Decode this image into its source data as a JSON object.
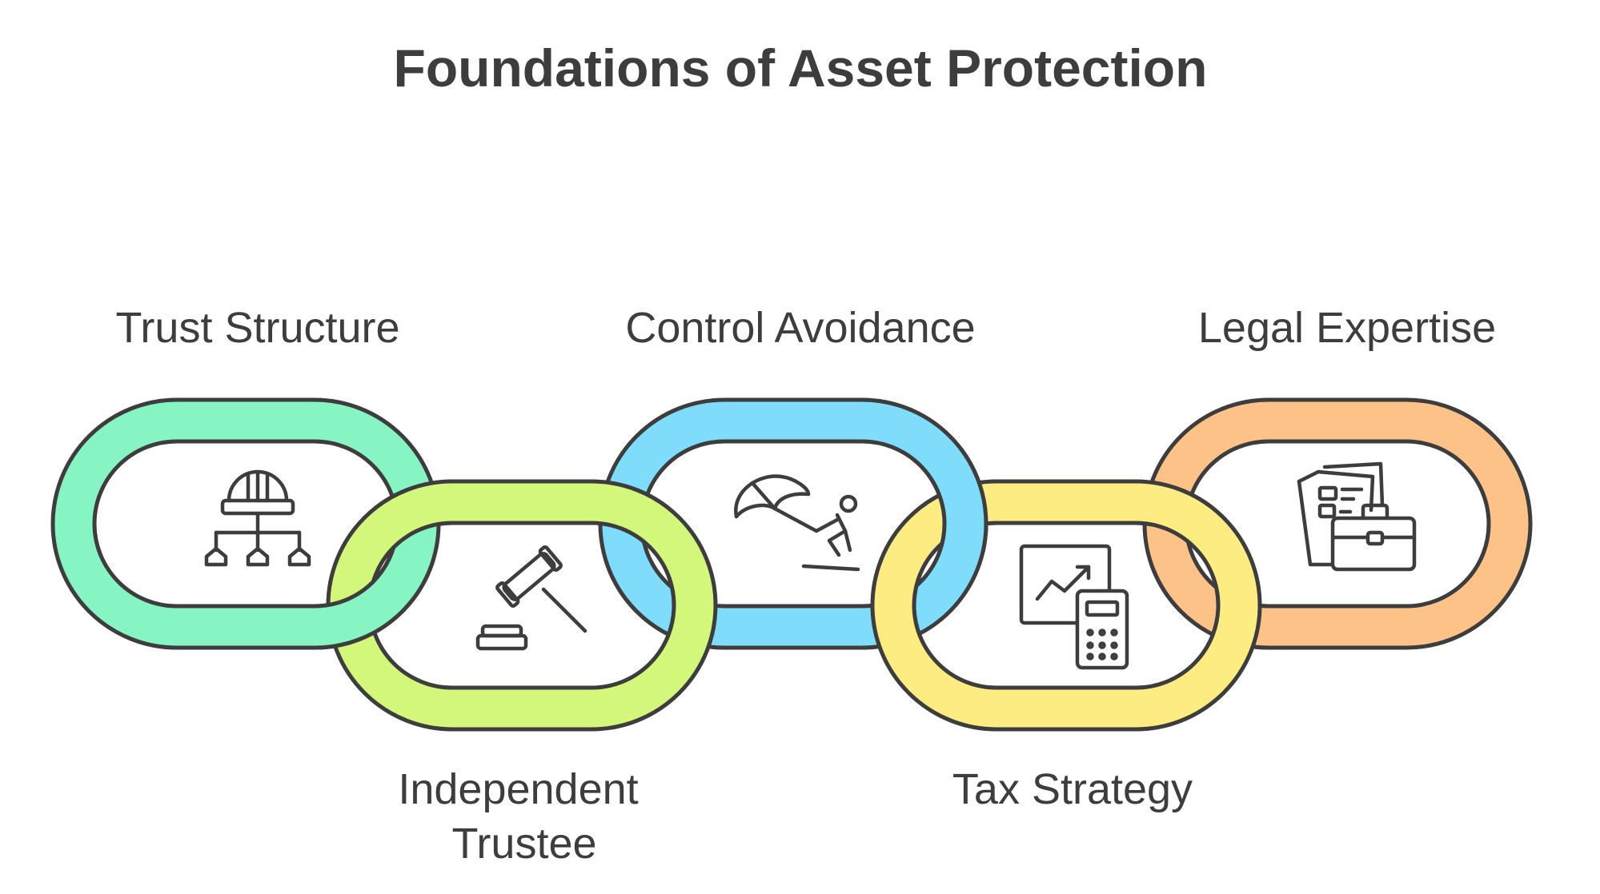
{
  "title": "Foundations of Asset Protection",
  "links": [
    {
      "label": "Trust Structure",
      "color": "#86f5c3",
      "icon": "organization-hierarchy-icon"
    },
    {
      "label": "Independent Trustee",
      "label_lines": [
        "Independent",
        "Trustee"
      ],
      "color": "#d2f77a",
      "icon": "gavel-icon"
    },
    {
      "label": "Control Avoidance",
      "color": "#7fdcfb",
      "icon": "parachute-jump-icon"
    },
    {
      "label": "Tax Strategy",
      "color": "#fdec82",
      "icon": "chart-calculator-icon"
    },
    {
      "label": "Legal Expertise",
      "color": "#fdc287",
      "icon": "documents-briefcase-icon"
    }
  ]
}
